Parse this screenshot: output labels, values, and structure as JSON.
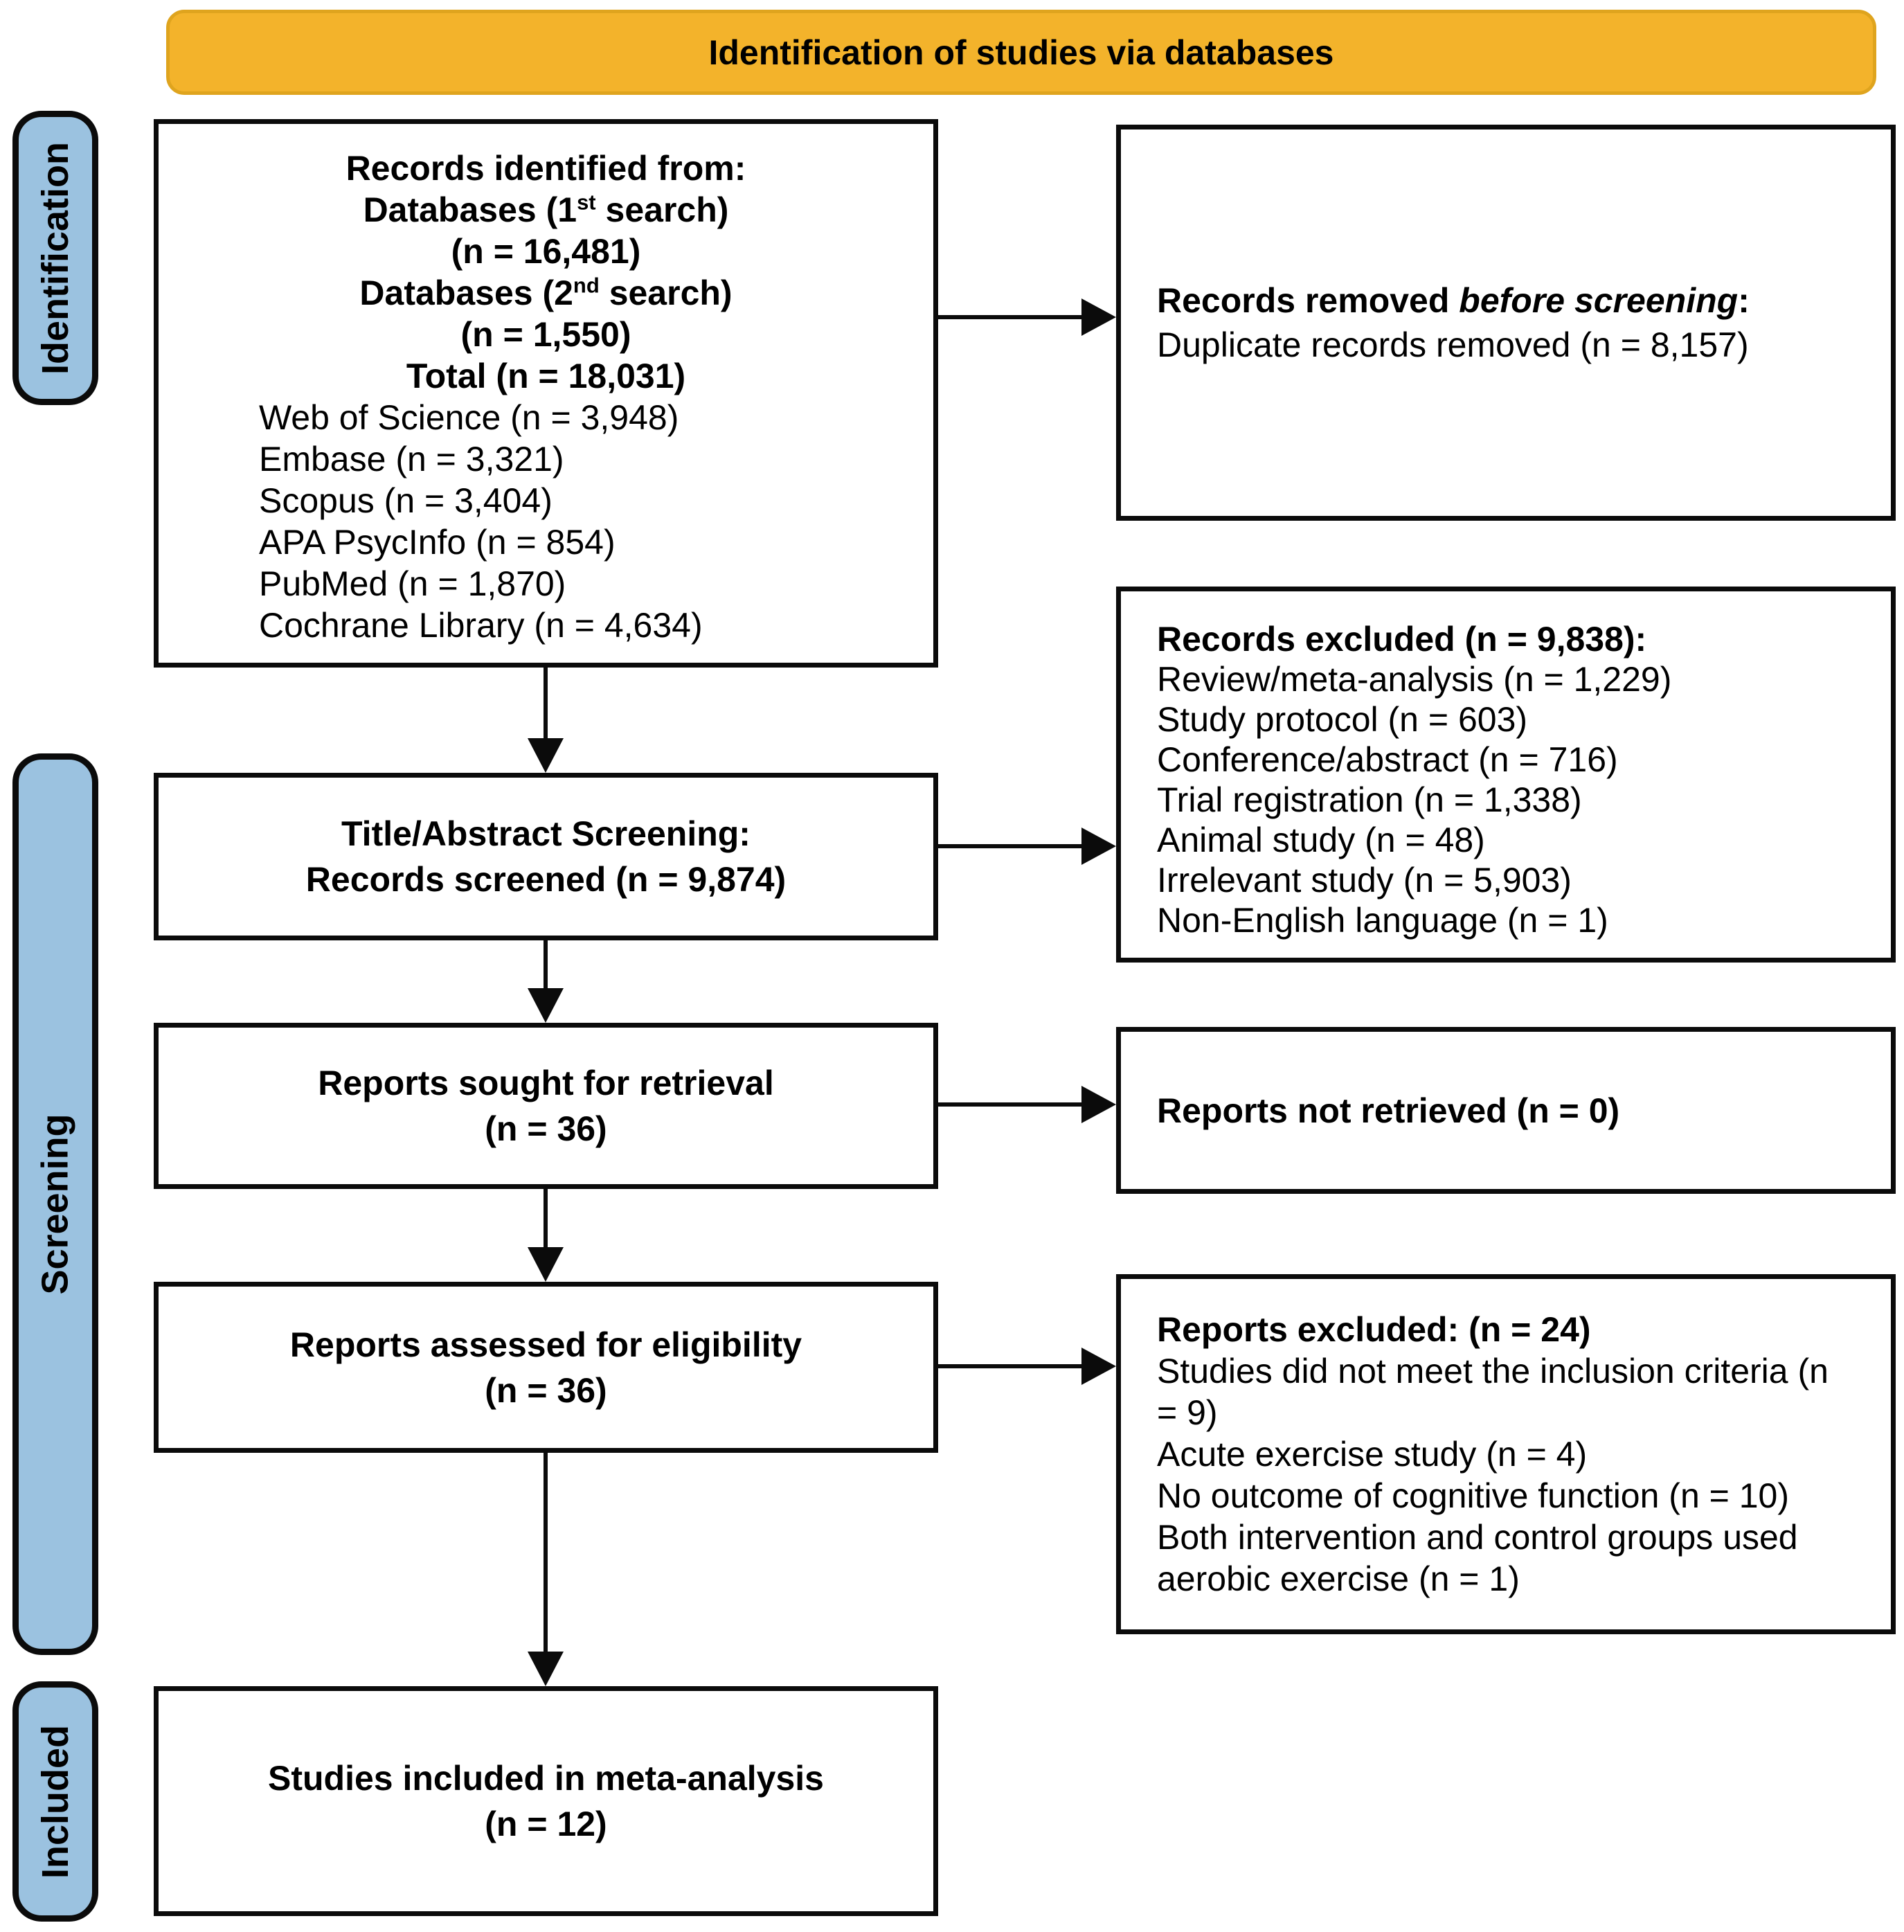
{
  "colors": {
    "banner_bg": "#F3B32B",
    "stage_bg": "#9BC2E0",
    "line_color": "#0B0B0B"
  },
  "banner": {
    "title": "Identification of studies via databases"
  },
  "stages": [
    {
      "label": "Identification"
    },
    {
      "label": "Screening"
    },
    {
      "label": "Included"
    }
  ],
  "records_identified": {
    "title": "Records identified from:",
    "db1": {
      "pre": "Databases (1",
      "sup": "st",
      "post": " search)"
    },
    "db1_n": "(n = 16,481)",
    "db2": {
      "pre": "Databases (2",
      "sup": "nd",
      "post": " search)"
    },
    "db2_n": "(n = 1,550)",
    "total": "Total (n = 18,031)",
    "sources": [
      "Web of Science (n = 3,948)",
      "Embase (n = 3,321)",
      "Scopus (n = 3,404)",
      "APA PsycInfo (n = 854)",
      "PubMed (n = 1,870)",
      "Cochrane Library (n = 4,634)"
    ]
  },
  "records_removed": {
    "title_pre": "Records removed ",
    "title_italic": "before screening",
    "title_post": ":",
    "detail": "Duplicate records removed (n = 8,157)"
  },
  "title_abstract_screening": {
    "line1": "Title/Abstract Screening:",
    "line2": "Records screened (n = 9,874)"
  },
  "records_excluded": {
    "title": "Records excluded (n = 9,838):",
    "items": [
      "Review/meta-analysis (n = 1,229)",
      "Study protocol (n = 603)",
      "Conference/abstract (n = 716)",
      "Trial registration (n = 1,338)",
      "Animal study (n = 48)",
      "Irrelevant study (n = 5,903)",
      "Non-English language (n = 1)"
    ]
  },
  "reports_sought": {
    "line1": "Reports sought for retrieval",
    "line2": "(n = 36)"
  },
  "reports_not_retrieved": {
    "text": "Reports not retrieved (n = 0)"
  },
  "reports_assessed": {
    "line1": "Reports assessed for eligibility",
    "line2": "(n = 36)"
  },
  "reports_excluded": {
    "title": "Reports excluded: (n = 24)",
    "items": [
      "Studies did not meet the inclusion criteria (n = 9)",
      "Acute exercise study (n = 4)",
      "No outcome of cognitive function (n = 10)",
      "Both intervention and control groups used aerobic exercise (n = 1)"
    ]
  },
  "studies_included": {
    "line1": "Studies included in meta-analysis",
    "line2": "(n = 12)"
  }
}
